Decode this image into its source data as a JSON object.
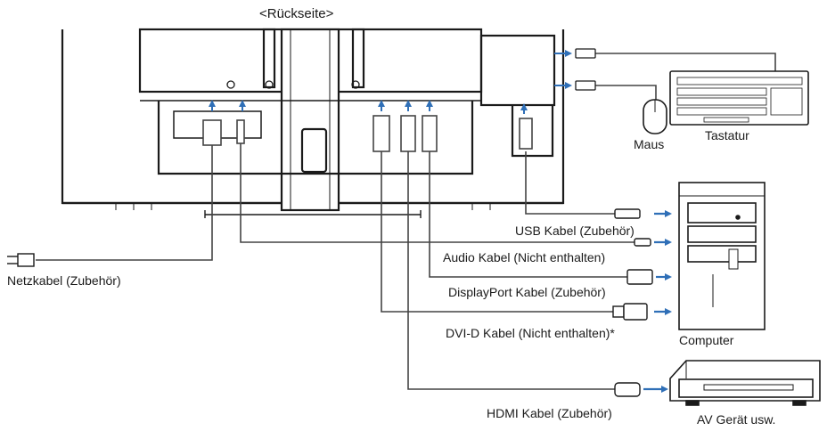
{
  "title": "<Rückseite>",
  "labels": {
    "power": "Netzkabel (Zubehör)",
    "usb": "USB Kabel (Zubehör)",
    "audio": "Audio Kabel (Nicht enthalten)",
    "displayport": "DisplayPort Kabel (Zubehör)",
    "dvi": "DVI-D Kabel (Nicht enthalten)*",
    "hdmi": "HDMI Kabel (Zubehör)",
    "mouse": "Maus",
    "keyboard": "Tastatur",
    "computer": "Computer",
    "av": "AV Gerät usw."
  },
  "colors": {
    "arrow": "#2f6fb7",
    "line": "#1a1a1a",
    "cable": "#555555"
  }
}
